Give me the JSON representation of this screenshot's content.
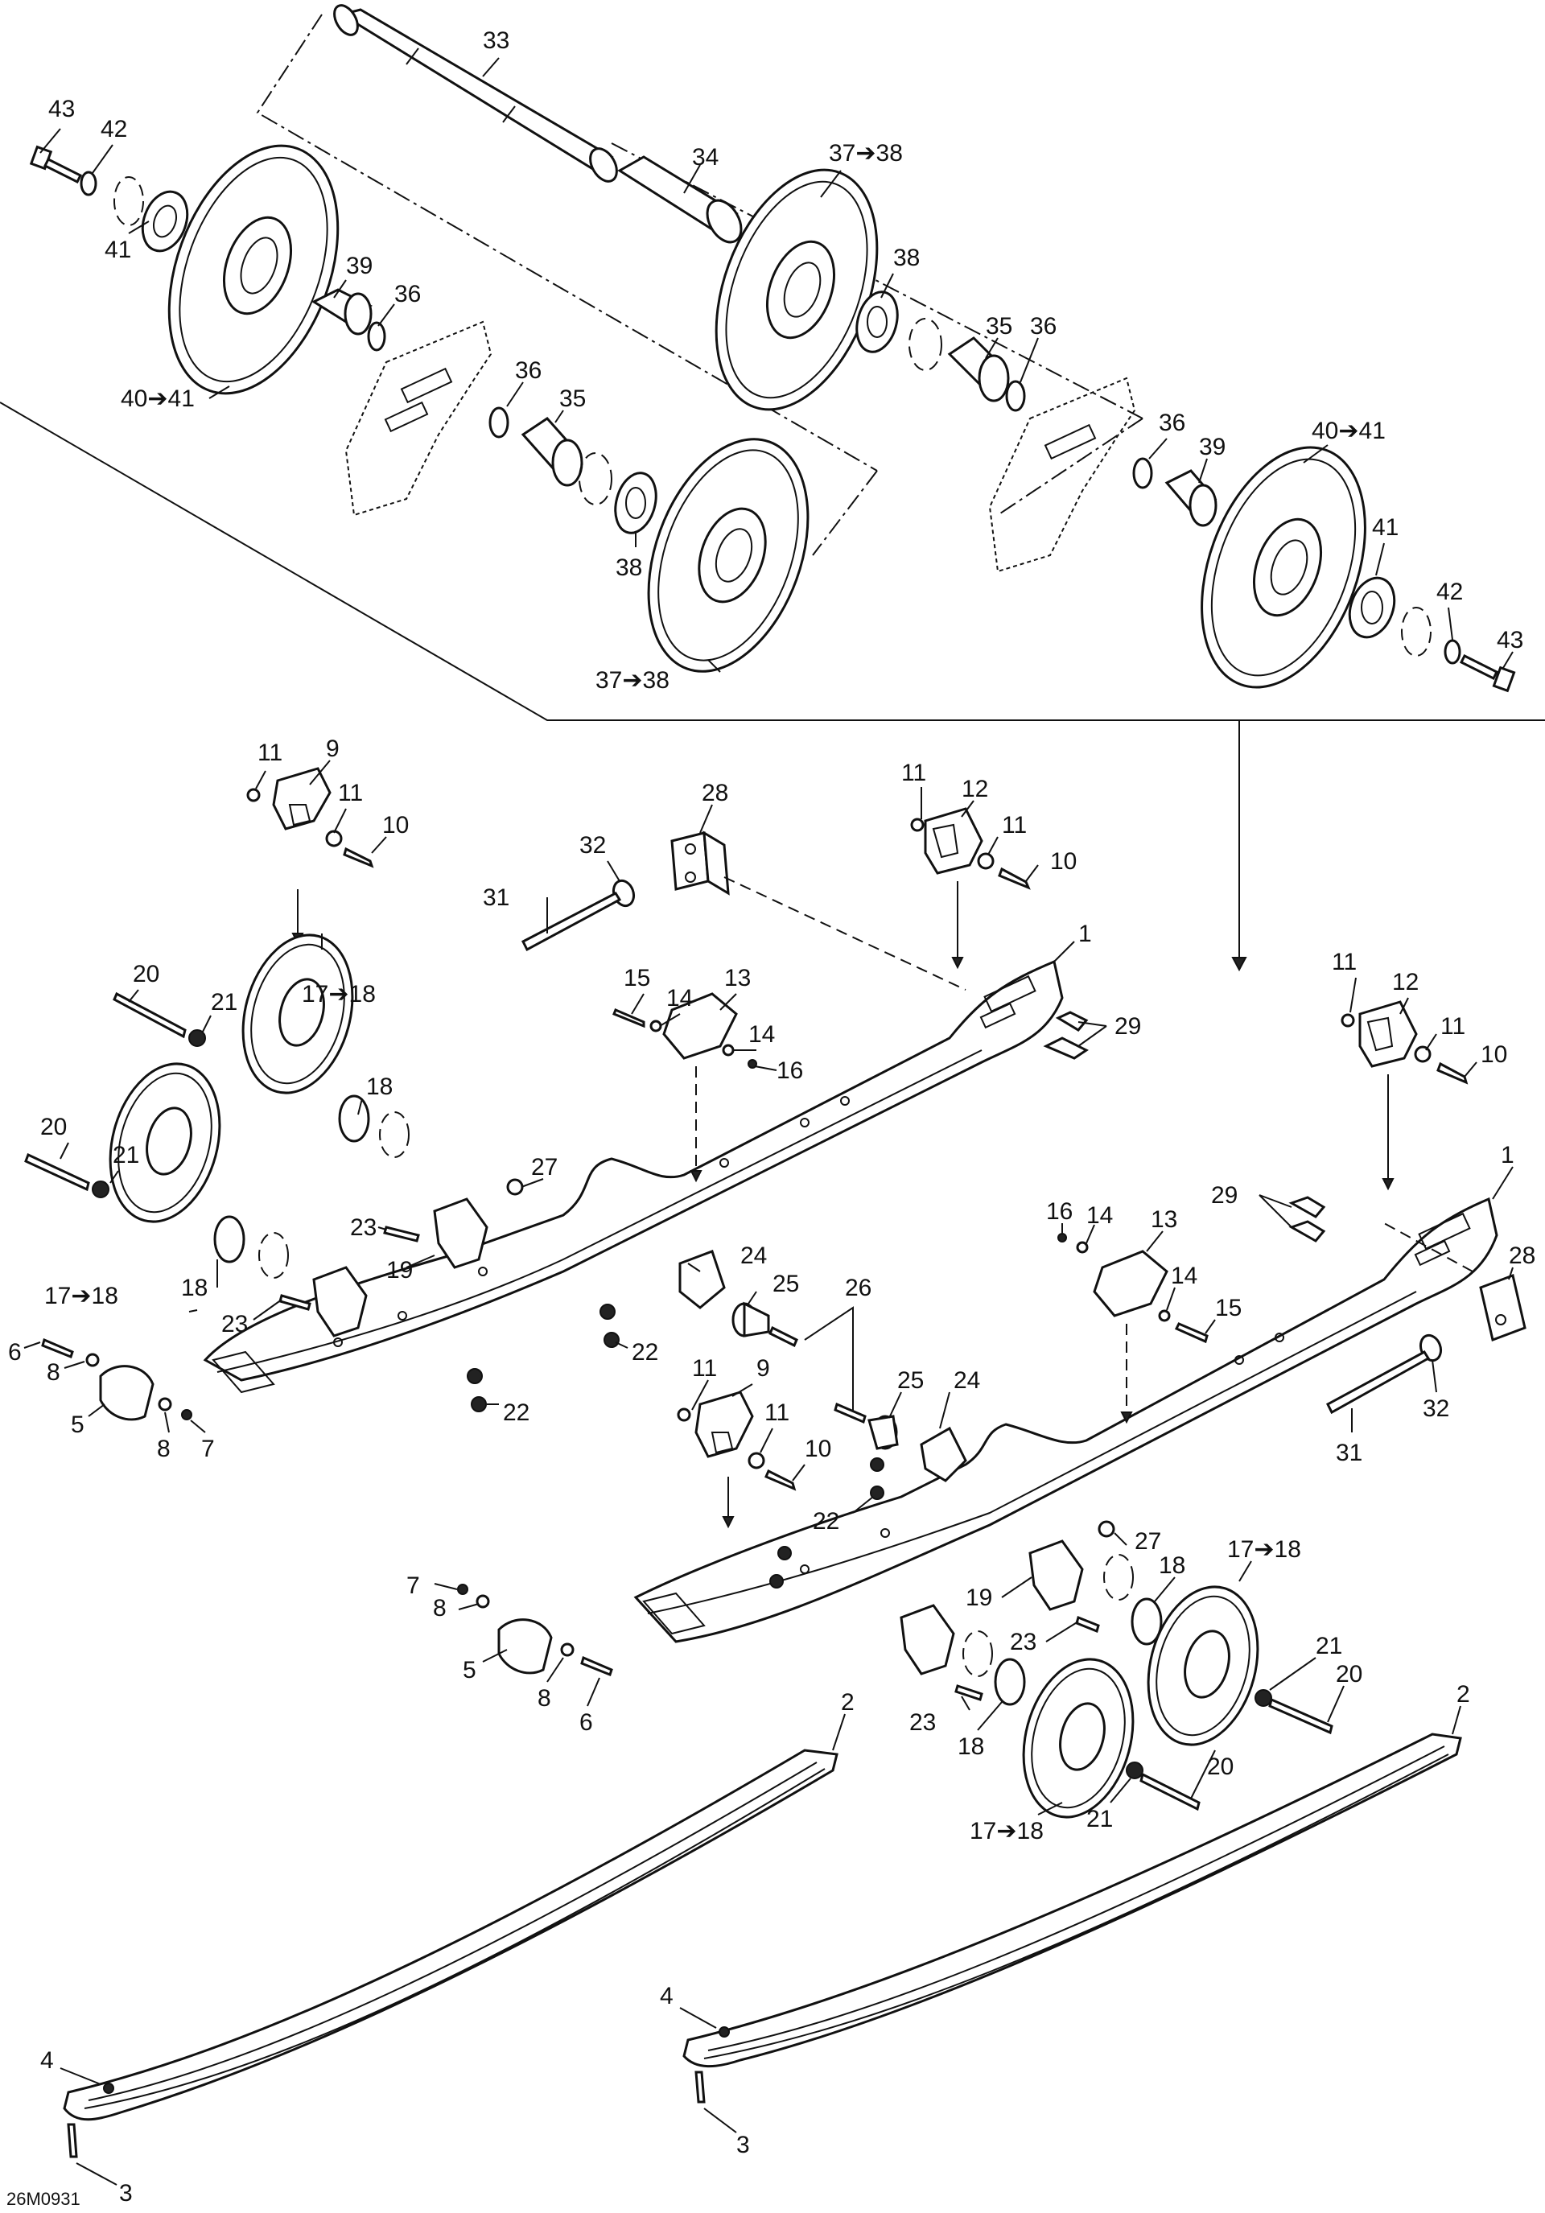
{
  "diagram_code": "26M0931",
  "labels": [
    {
      "id": "c33",
      "text": "33"
    },
    {
      "id": "c34",
      "text": "34"
    },
    {
      "id": "c43a",
      "text": "43"
    },
    {
      "id": "c42a",
      "text": "42"
    },
    {
      "id": "c41a",
      "text": "41"
    },
    {
      "id": "c39a",
      "text": "39"
    },
    {
      "id": "c36a",
      "text": "36"
    },
    {
      "id": "c4041a",
      "text": "40➔41"
    },
    {
      "id": "c3738a",
      "text": "37➔38"
    },
    {
      "id": "c38a",
      "text": "38"
    },
    {
      "id": "c35a",
      "text": "35"
    },
    {
      "id": "c36b",
      "text": "36"
    },
    {
      "id": "c36c",
      "text": "36"
    },
    {
      "id": "c35b",
      "text": "35"
    },
    {
      "id": "c38b",
      "text": "38"
    },
    {
      "id": "c3738b",
      "text": "37➔38"
    },
    {
      "id": "c36d",
      "text": "36"
    },
    {
      "id": "c39b",
      "text": "39"
    },
    {
      "id": "c4041b",
      "text": "40➔41"
    },
    {
      "id": "c41b",
      "text": "41"
    },
    {
      "id": "c42b",
      "text": "42"
    },
    {
      "id": "c43b",
      "text": "43"
    },
    {
      "id": "c11a",
      "text": "11"
    },
    {
      "id": "c9a",
      "text": "9"
    },
    {
      "id": "c11b",
      "text": "11"
    },
    {
      "id": "c10a",
      "text": "10"
    },
    {
      "id": "c28a",
      "text": "28"
    },
    {
      "id": "c32a",
      "text": "32"
    },
    {
      "id": "c31a",
      "text": "31"
    },
    {
      "id": "c11c",
      "text": "11"
    },
    {
      "id": "c12a",
      "text": "12"
    },
    {
      "id": "c11d",
      "text": "11"
    },
    {
      "id": "c10b",
      "text": "10"
    },
    {
      "id": "c1a",
      "text": "1"
    },
    {
      "id": "c15a",
      "text": "15"
    },
    {
      "id": "c14a",
      "text": "14"
    },
    {
      "id": "c13a",
      "text": "13"
    },
    {
      "id": "c14b",
      "text": "14"
    },
    {
      "id": "c16a",
      "text": "16"
    },
    {
      "id": "c29a",
      "text": "29"
    },
    {
      "id": "c20a",
      "text": "20"
    },
    {
      "id": "c21a",
      "text": "21"
    },
    {
      "id": "c1718a",
      "text": "17➔18"
    },
    {
      "id": "c20b",
      "text": "20"
    },
    {
      "id": "c21b",
      "text": "21"
    },
    {
      "id": "c18a",
      "text": "18"
    },
    {
      "id": "c27a",
      "text": "27"
    },
    {
      "id": "c23a",
      "text": "23"
    },
    {
      "id": "c19a",
      "text": "19"
    },
    {
      "id": "c1718b",
      "text": "17➔18"
    },
    {
      "id": "c18b",
      "text": "18"
    },
    {
      "id": "c23b",
      "text": "23"
    },
    {
      "id": "c24a",
      "text": "24"
    },
    {
      "id": "c25a",
      "text": "25"
    },
    {
      "id": "c26a",
      "text": "26"
    },
    {
      "id": "c22a",
      "text": "22"
    },
    {
      "id": "c22b",
      "text": "22"
    },
    {
      "id": "c6a",
      "text": "6"
    },
    {
      "id": "c8a",
      "text": "8"
    },
    {
      "id": "c5a",
      "text": "5"
    },
    {
      "id": "c8b",
      "text": "8"
    },
    {
      "id": "c7a",
      "text": "7"
    },
    {
      "id": "c11e",
      "text": "11"
    },
    {
      "id": "c12b",
      "text": "12"
    },
    {
      "id": "c11f",
      "text": "11"
    },
    {
      "id": "c10c",
      "text": "10"
    },
    {
      "id": "c1b",
      "text": "1"
    },
    {
      "id": "c29b",
      "text": "29"
    },
    {
      "id": "c28b",
      "text": "28"
    },
    {
      "id": "c16b",
      "text": "16"
    },
    {
      "id": "c14c",
      "text": "14"
    },
    {
      "id": "c13b",
      "text": "13"
    },
    {
      "id": "c14d",
      "text": "14"
    },
    {
      "id": "c15b",
      "text": "15"
    },
    {
      "id": "c32b",
      "text": "32"
    },
    {
      "id": "c31b",
      "text": "31"
    },
    {
      "id": "c25b",
      "text": "25"
    },
    {
      "id": "c24b",
      "text": "24"
    },
    {
      "id": "c11g",
      "text": "11"
    },
    {
      "id": "c9b",
      "text": "9"
    },
    {
      "id": "c11h",
      "text": "11"
    },
    {
      "id": "c10d",
      "text": "10"
    },
    {
      "id": "c22c",
      "text": "22"
    },
    {
      "id": "c27b",
      "text": "27"
    },
    {
      "id": "c1718c",
      "text": "17➔18"
    },
    {
      "id": "c18c",
      "text": "18"
    },
    {
      "id": "c19b",
      "text": "19"
    },
    {
      "id": "c23c",
      "text": "23"
    },
    {
      "id": "c21c",
      "text": "21"
    },
    {
      "id": "c20c",
      "text": "20"
    },
    {
      "id": "c7b",
      "text": "7"
    },
    {
      "id": "c8c",
      "text": "8"
    },
    {
      "id": "c5b",
      "text": "5"
    },
    {
      "id": "c8d",
      "text": "8"
    },
    {
      "id": "c6b",
      "text": "6"
    },
    {
      "id": "c23d",
      "text": "23"
    },
    {
      "id": "c18d",
      "text": "18"
    },
    {
      "id": "c20d",
      "text": "20"
    },
    {
      "id": "c21d",
      "text": "21"
    },
    {
      "id": "c1718d",
      "text": "17➔18"
    },
    {
      "id": "c2a",
      "text": "2"
    },
    {
      "id": "c2b",
      "text": "2"
    },
    {
      "id": "c4a",
      "text": "4"
    },
    {
      "id": "c3a",
      "text": "3"
    },
    {
      "id": "c4b",
      "text": "4"
    },
    {
      "id": "c3b",
      "text": "3"
    }
  ]
}
